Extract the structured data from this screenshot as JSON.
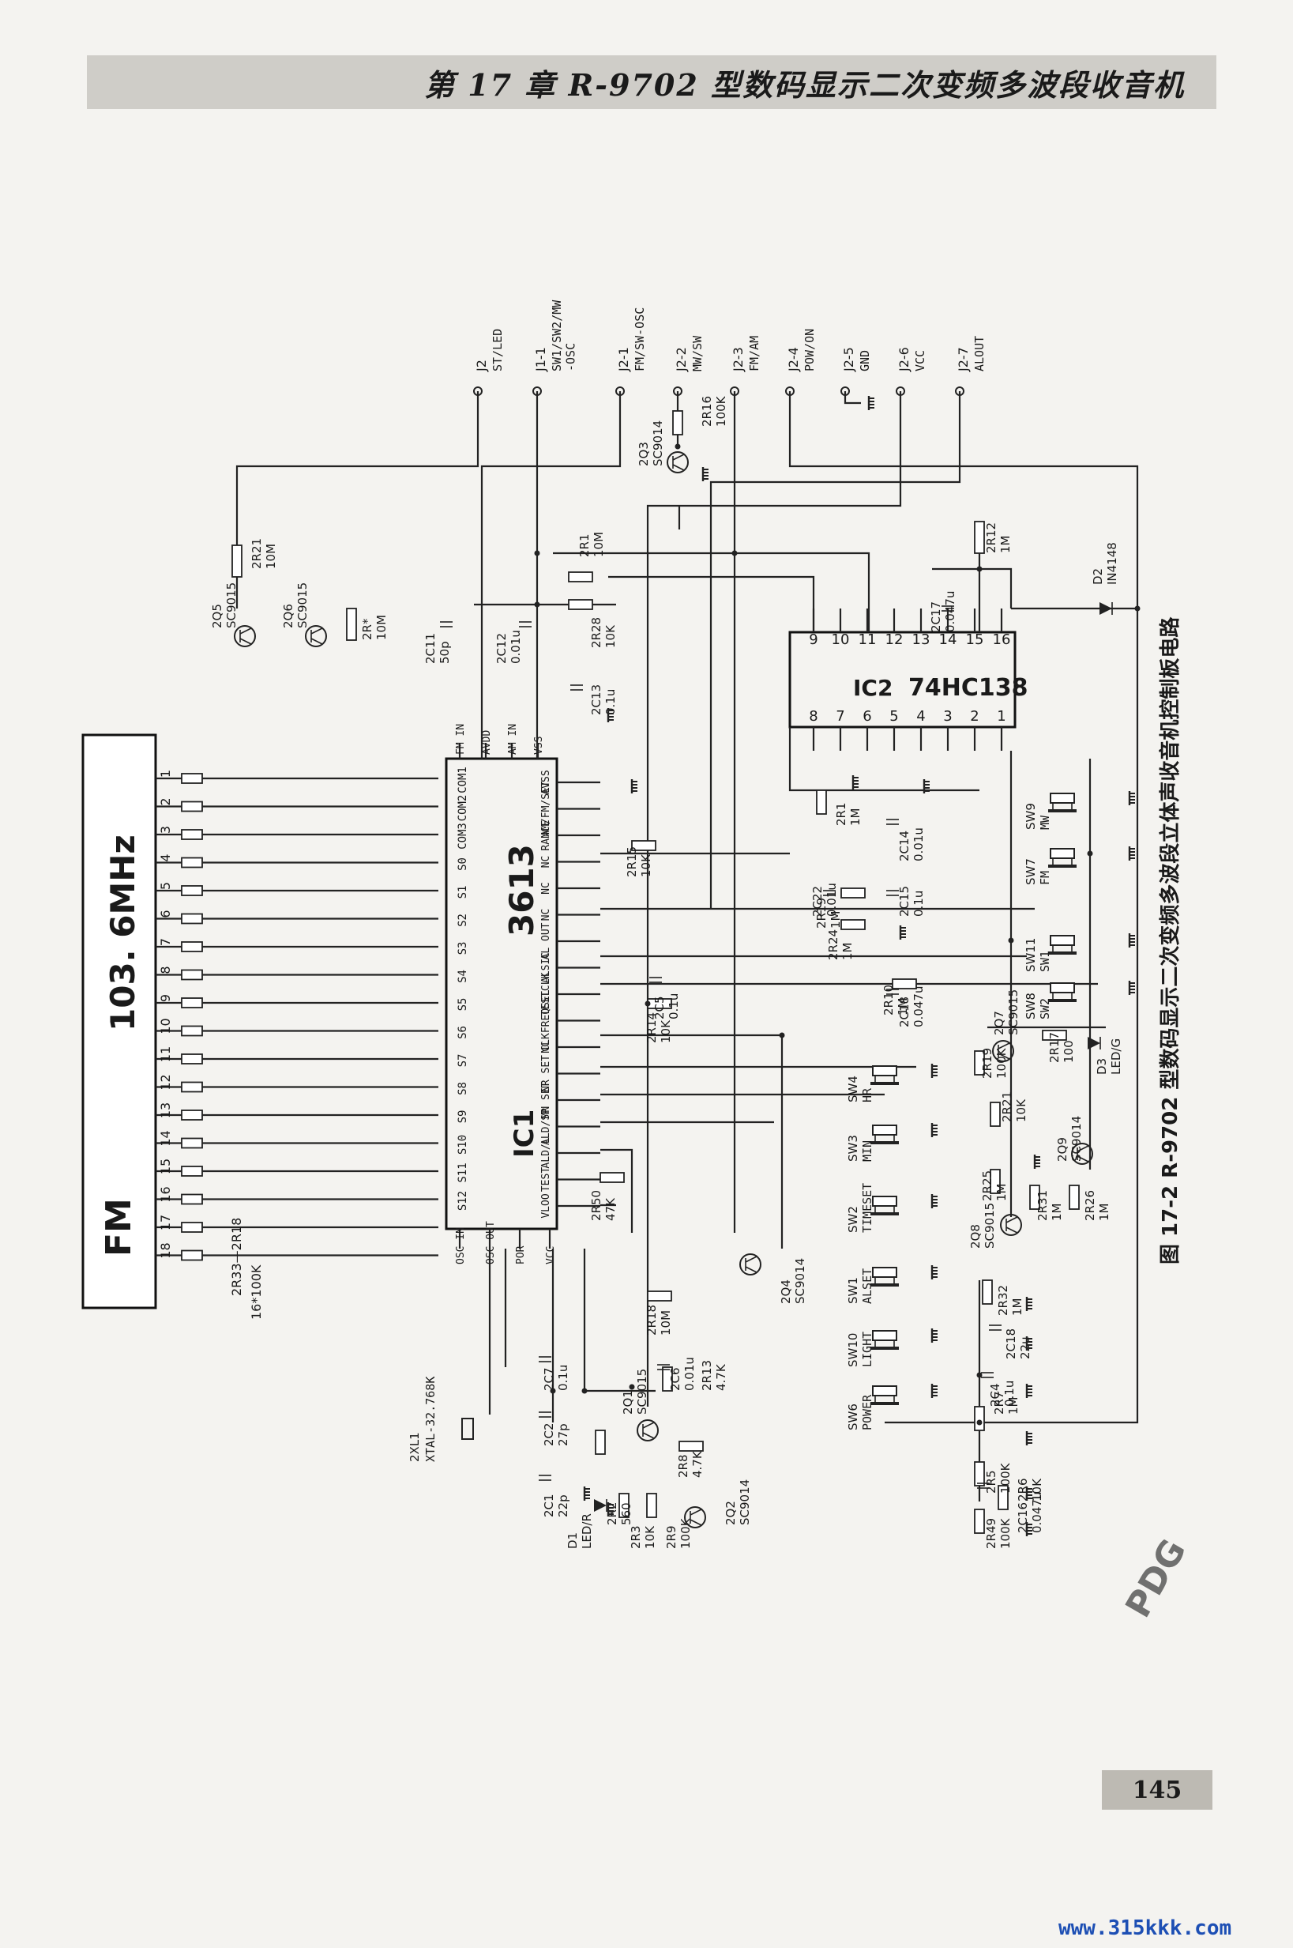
{
  "header": {
    "title": "第 17 章  R-9702 型数码显示二次变频多波段收音机"
  },
  "page_number": "145",
  "footer": {
    "site": "www.315kkk.com"
  },
  "display": {
    "band": "FM",
    "frequency": "103. 6MHz"
  },
  "figure": {
    "caption": "图 17-2  R-9702 型数码显示二次变频多波段立体声收音机控制板电路"
  },
  "watermark": "PDG",
  "connector_top": [
    {
      "ref": "J2",
      "name": "ST/LED"
    },
    {
      "ref": "J1-1",
      "name": "SW1/SW2/MW\n-OSC"
    },
    {
      "ref": "J2-1",
      "name": "FM/SW-OSC"
    },
    {
      "ref": "J2-2",
      "name": "MW/SW"
    },
    {
      "ref": "J2-3",
      "name": "FM/AM"
    },
    {
      "ref": "J2-4",
      "name": "POW/ON"
    },
    {
      "ref": "J2-5",
      "name": "GND"
    },
    {
      "ref": "J2-6",
      "name": "VCC"
    },
    {
      "ref": "J2-7",
      "name": "ALOUT"
    }
  ],
  "lcd_pins": [
    "1",
    "2",
    "3",
    "4",
    "5",
    "6",
    "7",
    "8",
    "9",
    "10",
    "11",
    "12",
    "13",
    "14",
    "15",
    "16",
    "17",
    "18"
  ],
  "lcd_resistors": {
    "ref": "2R33—2R18",
    "value": "16*100K"
  },
  "ic1": {
    "name": "3613",
    "ref": "IC1",
    "pins_top": [
      "FM IN",
      "AVDD",
      "AM IN",
      "VSS"
    ],
    "pins_left": [
      "COM1",
      "COM2",
      "COM3",
      "S0",
      "S1",
      "S2",
      "S3",
      "S4",
      "S5",
      "S6",
      "S7",
      "S8",
      "S9",
      "S10",
      "S11",
      "S12"
    ],
    "pins_right": [
      "AVSS",
      "AM/FM/SET",
      "RANCE",
      "NC",
      "NC",
      "NC",
      "AL OUT",
      "ALSIC",
      "TESTCLK",
      "CLKFREQSEL",
      "NC",
      "NR SET",
      "MN SET",
      "ALD/SP",
      "ALD/L",
      "TEST",
      "VLOO"
    ],
    "pins_bottom": [
      "OSC IN",
      "OSC OUT",
      "POR",
      "VCC"
    ]
  },
  "ic2": {
    "name": "74HC138",
    "ref": "IC2",
    "pins_top": [
      "9",
      "10",
      "11",
      "12",
      "13",
      "14",
      "15",
      "16"
    ],
    "pins_bottom": [
      "8",
      "7",
      "6",
      "5",
      "4",
      "3",
      "2",
      "1"
    ]
  },
  "transistors": [
    {
      "ref": "2Q5",
      "type": "SC9015"
    },
    {
      "ref": "2Q6",
      "type": "SC9015"
    },
    {
      "ref": "2Q3",
      "type": "SC9014"
    },
    {
      "ref": "2Q4",
      "type": "SC9014"
    },
    {
      "ref": "2Q1",
      "type": "SC9015"
    },
    {
      "ref": "2Q2",
      "type": "SC9014"
    },
    {
      "ref": "2Q7",
      "type": "SC9015"
    },
    {
      "ref": "2Q8",
      "type": "SC9015"
    },
    {
      "ref": "2Q9",
      "type": "SC9014"
    }
  ],
  "resistors": [
    {
      "ref": "2R21",
      "value": "10M"
    },
    {
      "ref": "2R*",
      "value": "10M"
    },
    {
      "ref": "2R1",
      "value": "10M"
    },
    {
      "ref": "2R28",
      "value": "10K"
    },
    {
      "ref": "2R16",
      "value": "100K"
    },
    {
      "ref": "2R12",
      "value": "1M"
    },
    {
      "ref": "2R15",
      "value": "10K"
    },
    {
      "ref": "2R14",
      "value": "10K"
    },
    {
      "ref": "2R50",
      "value": "47K"
    },
    {
      "ref": "2R18",
      "value": "10M"
    },
    {
      "ref": "2R13",
      "value": "4.7K"
    },
    {
      "ref": "2R2",
      "value": "560"
    },
    {
      "ref": "2R8",
      "value": "4.7K"
    },
    {
      "ref": "2R3",
      "value": "10K"
    },
    {
      "ref": "2R9",
      "value": "100K"
    },
    {
      "ref": "2R1",
      "value": "1M"
    },
    {
      "ref": "2R24",
      "value": "1M"
    },
    {
      "ref": "2R19",
      "value": "1M"
    },
    {
      "ref": "2R10",
      "value": "1M"
    },
    {
      "ref": "2R19",
      "value": "100K"
    },
    {
      "ref": "2R21",
      "value": "10K"
    },
    {
      "ref": "2R17",
      "value": "100"
    },
    {
      "ref": "2R25",
      "value": "1M"
    },
    {
      "ref": "2R31",
      "value": "1M"
    },
    {
      "ref": "2R26",
      "value": "1M"
    },
    {
      "ref": "2R32",
      "value": "1M"
    },
    {
      "ref": "2R7",
      "value": "1M"
    },
    {
      "ref": "2R5",
      "value": "100K"
    },
    {
      "ref": "2R6",
      "value": "10K"
    },
    {
      "ref": "2R49",
      "value": "100K"
    }
  ],
  "capacitors": [
    {
      "ref": "2C11",
      "value": "50p"
    },
    {
      "ref": "2C12",
      "value": "0.01u"
    },
    {
      "ref": "2C13",
      "value": "0.1u"
    },
    {
      "ref": "2C17",
      "value": "0.047u"
    },
    {
      "ref": "2C14",
      "value": "0.01u"
    },
    {
      "ref": "2C22",
      "value": "0.01u"
    },
    {
      "ref": "2C15",
      "value": "0.1u"
    },
    {
      "ref": "2C5",
      "value": "0.1u"
    },
    {
      "ref": "2C18",
      "value": "0.047u"
    },
    {
      "ref": "2C7",
      "value": "0.1u"
    },
    {
      "ref": "2C2",
      "value": "27p"
    },
    {
      "ref": "2C1",
      "value": "22p"
    },
    {
      "ref": "2C6",
      "value": "0.01u"
    },
    {
      "ref": "2C4",
      "value": "0.1u"
    },
    {
      "ref": "2C18",
      "value": "22u"
    },
    {
      "ref": "2C16",
      "value": "0.047u"
    }
  ],
  "crystal": {
    "ref": "2XL1",
    "value": "XTAL-32.768K"
  },
  "diodes": [
    {
      "ref": "D2",
      "value": "IN4148"
    },
    {
      "ref": "D1",
      "value": "LED/R"
    },
    {
      "ref": "D3",
      "value": "LED/G"
    }
  ],
  "switches": [
    {
      "ref": "SW9",
      "name": "MW"
    },
    {
      "ref": "SW7",
      "name": "FM"
    },
    {
      "ref": "SW11",
      "name": "SW1"
    },
    {
      "ref": "SW8",
      "name": "SW2"
    },
    {
      "ref": "SW4",
      "name": "HR"
    },
    {
      "ref": "SW3",
      "name": "MIN"
    },
    {
      "ref": "SW2",
      "name": "TIMESET"
    },
    {
      "ref": "SW1",
      "name": "ALSET"
    },
    {
      "ref": "SW10",
      "name": "LIGHT"
    },
    {
      "ref": "SW6",
      "name": "POWER"
    }
  ]
}
